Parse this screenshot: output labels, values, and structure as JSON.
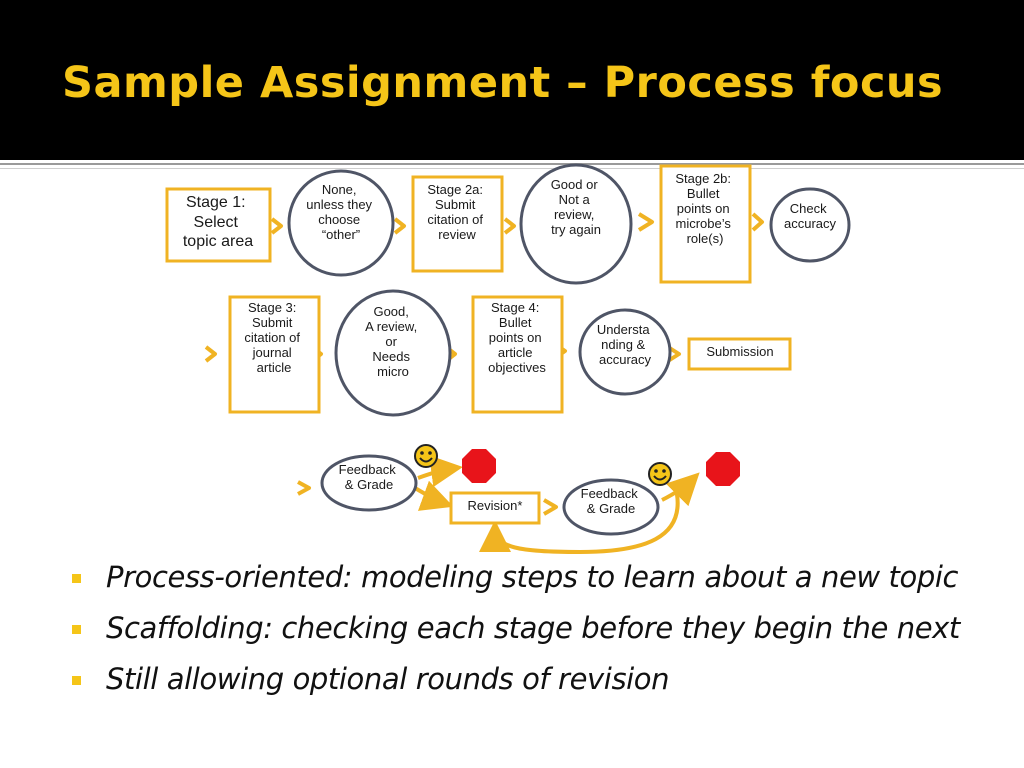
{
  "slide": {
    "title": "Sample Assignment – Process focus"
  },
  "diagram": {
    "nodes": {
      "stage1": [
        "Stage 1:",
        "Select",
        "topic area"
      ],
      "none": [
        "None,",
        "unless they",
        "choose",
        "“other”"
      ],
      "stage2a": [
        "Stage 2a:",
        "Submit",
        "citation of",
        "review"
      ],
      "good_review": [
        "Good or",
        "Not a",
        "review,",
        "try again"
      ],
      "stage2b": [
        "Stage 2b:",
        "Bullet",
        "points on",
        "microbe’s",
        "role(s)"
      ],
      "check": [
        "Check",
        "accuracy"
      ],
      "stage3": [
        "Stage 3:",
        "Submit",
        "citation of",
        "journal",
        "article"
      ],
      "good_micro": [
        "Good,",
        "A review,",
        "or",
        "Needs",
        "micro"
      ],
      "stage4": [
        "Stage 4:",
        "Bullet",
        "points on",
        "article",
        "objectives"
      ],
      "understanding": [
        "Understa",
        "nding &",
        "accuracy"
      ],
      "submission": [
        "Submission"
      ],
      "feedback1": [
        "Feedback",
        "& Grade"
      ],
      "revision": [
        "Revision*"
      ],
      "feedback2": [
        "Feedback",
        "& Grade"
      ]
    },
    "colors": {
      "box_border": "#f0b323",
      "circle_border": "#4f5566",
      "arrow": "#f0b323",
      "stop_sign": "#e8141a",
      "smiley": "#f5c518"
    },
    "icons": [
      "smiley-icon",
      "stop-sign-icon"
    ]
  },
  "bullets": [
    "Process-oriented: modeling steps to learn about a new topic",
    "Scaffolding: checking each stage before they begin the next",
    "Still allowing optional rounds of revision"
  ],
  "theme": {
    "title_bar": "#000000",
    "title_color": "#f5c518",
    "bullet_color": "#f5c518"
  }
}
